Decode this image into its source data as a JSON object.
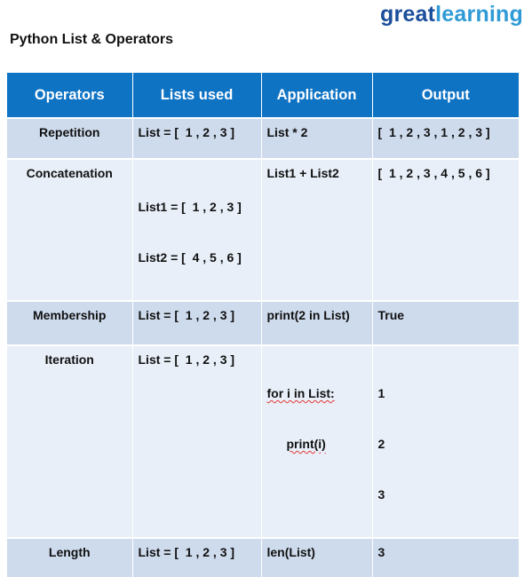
{
  "brand": {
    "great": "great",
    "learning": "learning"
  },
  "title": "Python List & Operators",
  "columns": [
    "Operators",
    "Lists used",
    "Application",
    "Output"
  ],
  "rows": [
    {
      "operator": "Repetition",
      "lists": [
        "List = [  1 , 2 , 3 ]"
      ],
      "application": [
        "List * 2"
      ],
      "output": [
        "[  1 , 2 , 3 , 1 , 2 , 3 ]"
      ]
    },
    {
      "operator": "Concatenation",
      "lists": [
        "List1 = [  1 , 2 , 3 ]",
        "List2 = [  4 , 5 , 6 ]"
      ],
      "application": [
        "List1 + List2"
      ],
      "output": [
        "[  1 , 2 , 3 , 4 , 5 , 6 ]"
      ]
    },
    {
      "operator": "Membership",
      "lists": [
        "List = [  1 , 2 , 3 ]"
      ],
      "application": [
        "print(2 in List)"
      ],
      "output": [
        "True"
      ]
    },
    {
      "operator": "Iteration",
      "lists": [
        "List = [  1 , 2 , 3 ]"
      ],
      "application": [
        "for i in List:",
        "print(i)"
      ],
      "output": [
        "1",
        "2",
        "3"
      ]
    },
    {
      "operator": "Length",
      "lists": [
        "List = [  1 , 2 , 3 ]"
      ],
      "application": [
        "len(List)"
      ],
      "output": [
        "3"
      ]
    }
  ]
}
